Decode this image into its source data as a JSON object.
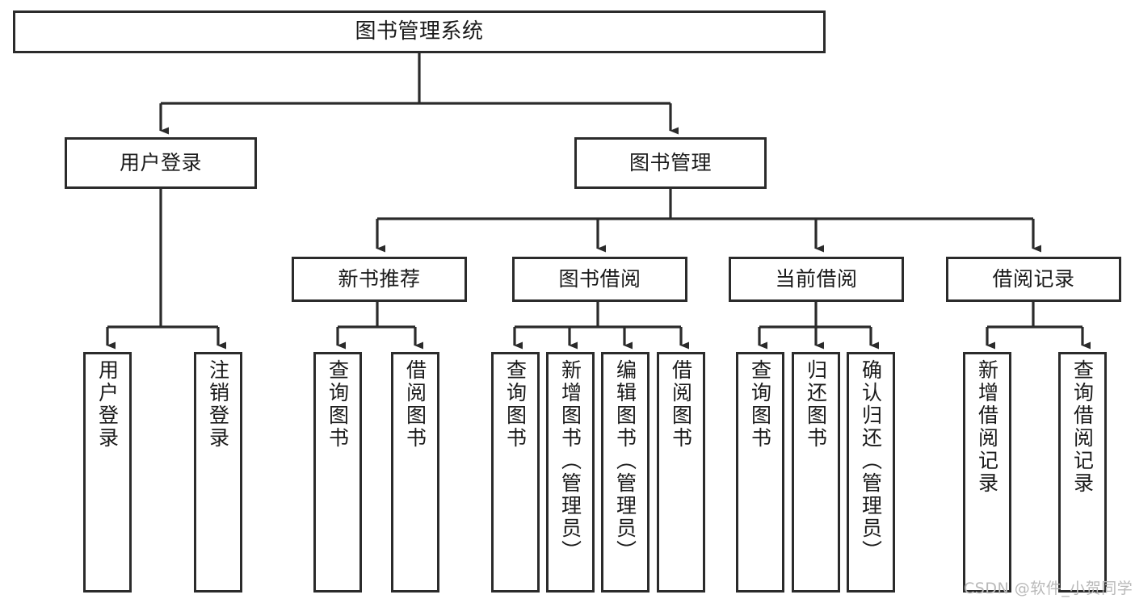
{
  "diagram": {
    "type": "tree",
    "title": "图书管理系统",
    "theme": {
      "box_border": "#2b2b2b",
      "box_fill": "#ffffff",
      "connector": "#2b2b2b",
      "text": "#1a1a1a",
      "background": "#ffffff",
      "watermark": "#b9b9b9"
    },
    "root": {
      "label": "图书管理系统"
    },
    "level2": [
      {
        "label": "用户登录"
      },
      {
        "label": "图书管理"
      }
    ],
    "level3": [
      {
        "label": "新书推荐"
      },
      {
        "label": "图书借阅"
      },
      {
        "label": "当前借阅"
      },
      {
        "label": "借阅记录"
      }
    ],
    "leaves": {
      "user_login": [
        {
          "label": "用户登录"
        },
        {
          "label": "注销登录"
        }
      ],
      "new_book_recommend": [
        {
          "label": "查询图书"
        },
        {
          "label": "借阅图书"
        }
      ],
      "book_borrow": [
        {
          "label": "查询图书"
        },
        {
          "label": "新增图书（管理员）"
        },
        {
          "label": "编辑图书（管理员）"
        },
        {
          "label": "借阅图书"
        }
      ],
      "current_borrow": [
        {
          "label": "查询图书"
        },
        {
          "label": "归还图书"
        },
        {
          "label": "确认归还（管理员）"
        }
      ],
      "borrow_record": [
        {
          "label": "新增借阅记录"
        },
        {
          "label": "查询借阅记录"
        }
      ]
    }
  },
  "watermark": {
    "text": "CSDN @软件_小贺同学"
  }
}
